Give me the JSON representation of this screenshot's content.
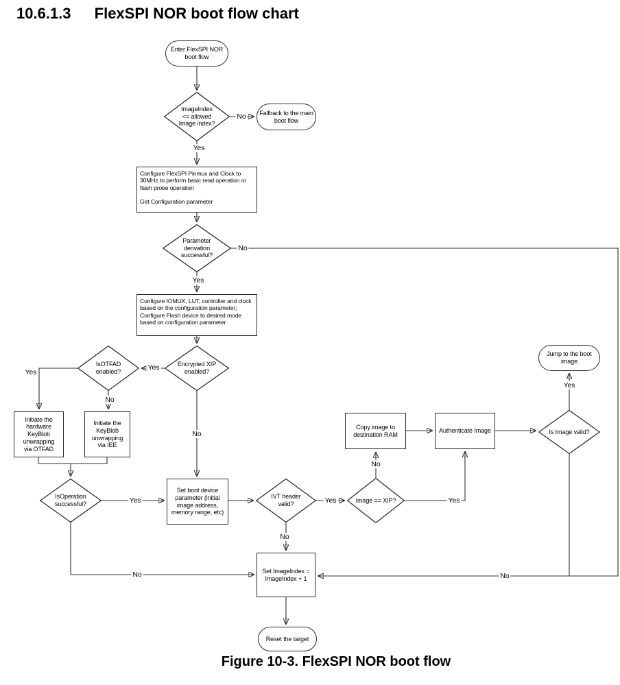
{
  "page": {
    "section_number": "10.6.1.3",
    "section_title": "FlexSPI NOR boot flow chart",
    "figure_caption": "Figure 10-3. FlexSPI NOR boot flow"
  },
  "colors": {
    "line": "#2e2e2e",
    "text": "#000000",
    "background": "#ffffff"
  },
  "nodes": {
    "start": {
      "type": "terminator",
      "label": "Enter FlexSPI NOR\nboot flow"
    },
    "d_index": {
      "type": "decision",
      "label": "ImageIndex\n<= allowed\nImage index?"
    },
    "fallback": {
      "type": "terminator",
      "label": "Fallback to the main\nboot flow"
    },
    "cfg_pinmux": {
      "type": "process",
      "label": "Configure FlexSPI Pinmux and Clock to\n30MHz to perform basic read operation or\nflash probe operation\n\nGet Configuration parameter"
    },
    "d_param": {
      "type": "decision",
      "label": "Parameter\nderivation\nsuccessful?"
    },
    "cfg_iomux": {
      "type": "process",
      "label": "Configure IOMUX, LUT, controller and clock\nbased on the configuration parameter;\nConfigure Flash device to desired mode\nbased on configuration parameter"
    },
    "d_otfad": {
      "type": "decision",
      "label": "IsOTFAD\nenabled?"
    },
    "d_encxip": {
      "type": "decision",
      "label": "Encrypted XIP\nenabled?"
    },
    "init_otfad": {
      "type": "process",
      "label": "Initiate the\nhardware\nKeyBlob\nunwrapping\nvia OTFAD"
    },
    "init_iee": {
      "type": "process",
      "label": "Initiate the\nKeyBlob\nunwrapping\nvia IEE"
    },
    "d_oper": {
      "type": "decision",
      "label": "IsOperation\nsuccessful?"
    },
    "set_param": {
      "type": "process",
      "label": "Set boot device\nparameter (initial\nimage address,\nmemory range, etc)"
    },
    "d_ivt": {
      "type": "decision",
      "label": "IVT header\nvalid?"
    },
    "d_xip": {
      "type": "decision",
      "label": "Image == XIP?"
    },
    "copy_img": {
      "type": "process",
      "label": "Copy image to\ndestination RAM"
    },
    "auth_img": {
      "type": "process",
      "label": "Authenticate Image"
    },
    "d_valid": {
      "type": "decision",
      "label": "Is Image valid?"
    },
    "jump": {
      "type": "terminator",
      "label": "Jump to the boot\nimage"
    },
    "set_index": {
      "type": "process",
      "label": "Set ImageIndex =\nImageIndex + 1"
    },
    "reset": {
      "type": "terminator",
      "label": "Reset the target"
    }
  },
  "edge_labels": {
    "d_index_no": "No",
    "d_index_yes": "Yes",
    "d_param_no": "No",
    "d_param_yes": "Yes",
    "d_encxip_yes": "Yes",
    "d_encxip_no": "No",
    "d_otfad_yes": "Yes",
    "d_otfad_no": "No",
    "d_oper_yes": "Yes",
    "d_oper_no": "No",
    "d_ivt_yes": "Yes",
    "d_ivt_no": "No",
    "d_xip_no": "No",
    "d_xip_yes": "Yes",
    "d_valid_yes": "Yes",
    "d_valid_no": "No"
  }
}
